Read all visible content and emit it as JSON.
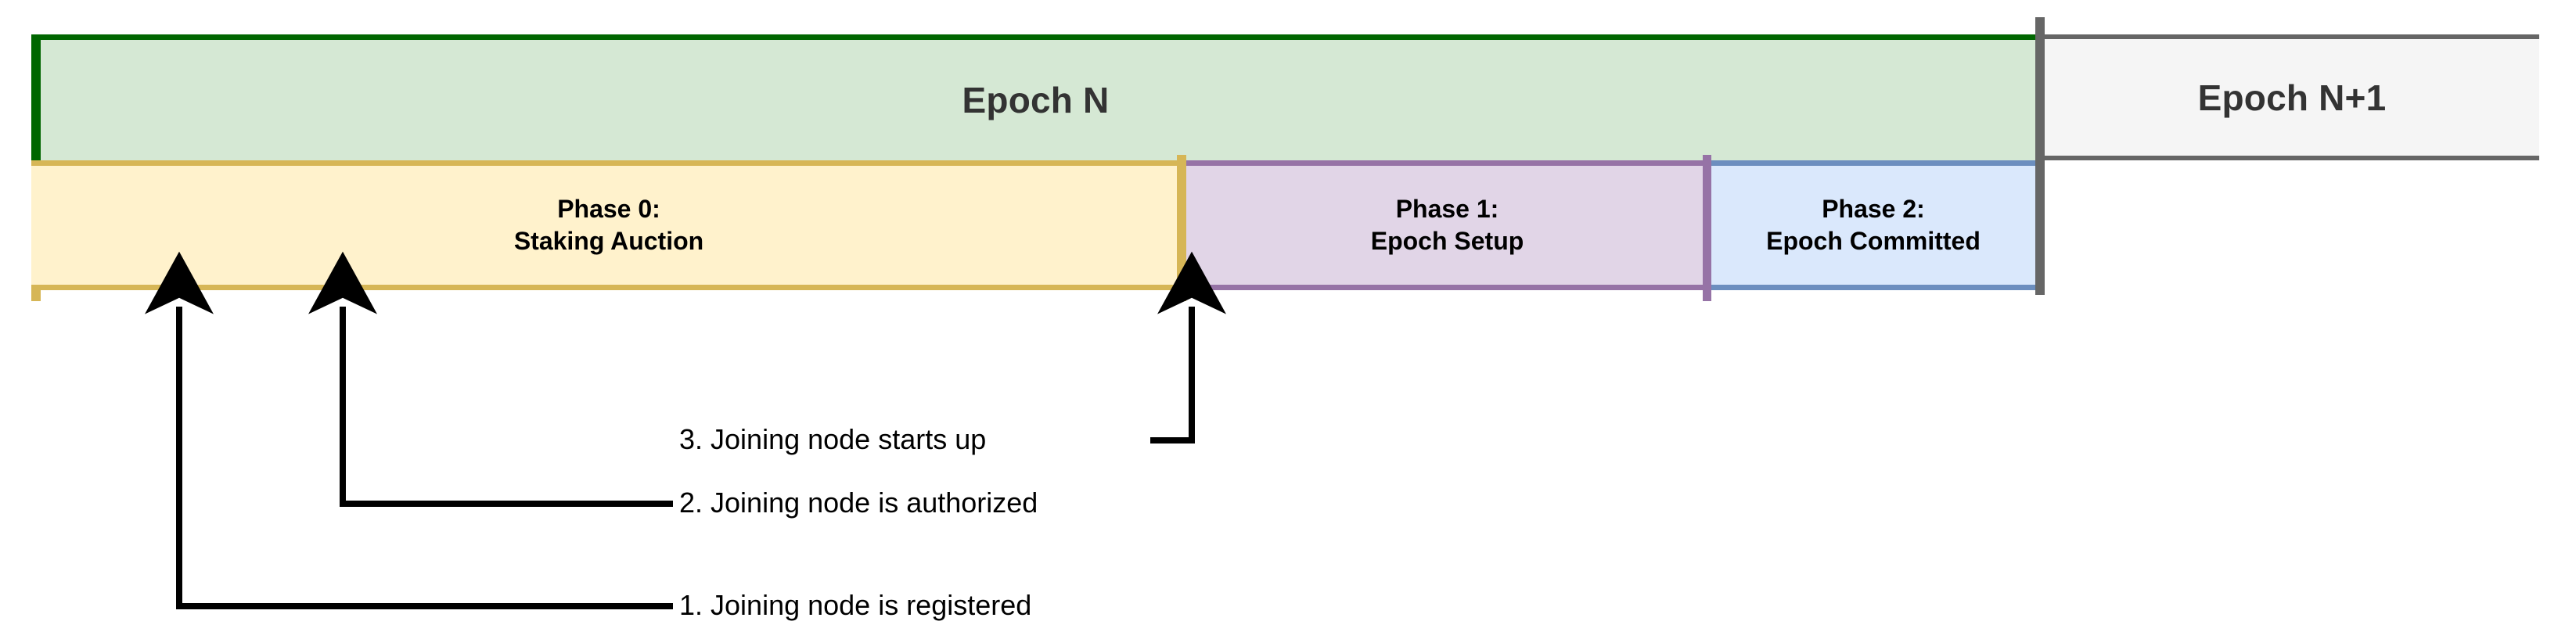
{
  "diagram": {
    "title": "Epoch phase timeline with joining-node callouts",
    "epochs": [
      {
        "id": "epoch-n",
        "label": "Epoch N",
        "fill": "#d5e8d4",
        "stroke": "#006600"
      },
      {
        "id": "epoch-n-plus-1",
        "label": "Epoch N+1",
        "fill": "#f5f5f5",
        "stroke": "#666666"
      }
    ],
    "phases": [
      {
        "id": "phase-0",
        "line1": "Phase 0:",
        "line2": "Staking Auction",
        "fill": "#fff2cc",
        "stroke": "#d6b656"
      },
      {
        "id": "phase-1",
        "line1": "Phase 1:",
        "line2": "Epoch Setup",
        "fill": "#e1d5e7",
        "stroke": "#9673a6"
      },
      {
        "id": "phase-2",
        "line1": "Phase 2:",
        "line2": "Epoch Committed",
        "fill": "#dae8fc",
        "stroke": "#6c8ebf"
      }
    ],
    "callouts": [
      {
        "id": "callout-1",
        "label": "1. Joining node is registered"
      },
      {
        "id": "callout-2",
        "label": "2. Joining node is authorized"
      },
      {
        "id": "callout-3",
        "label": "3. Joining node starts up"
      }
    ],
    "colors": {
      "epoch_divider": "#666666",
      "annotation_line": "#000000",
      "epoch_text": "#333333",
      "phase_text": "#000000",
      "background": "#ffffff"
    }
  }
}
